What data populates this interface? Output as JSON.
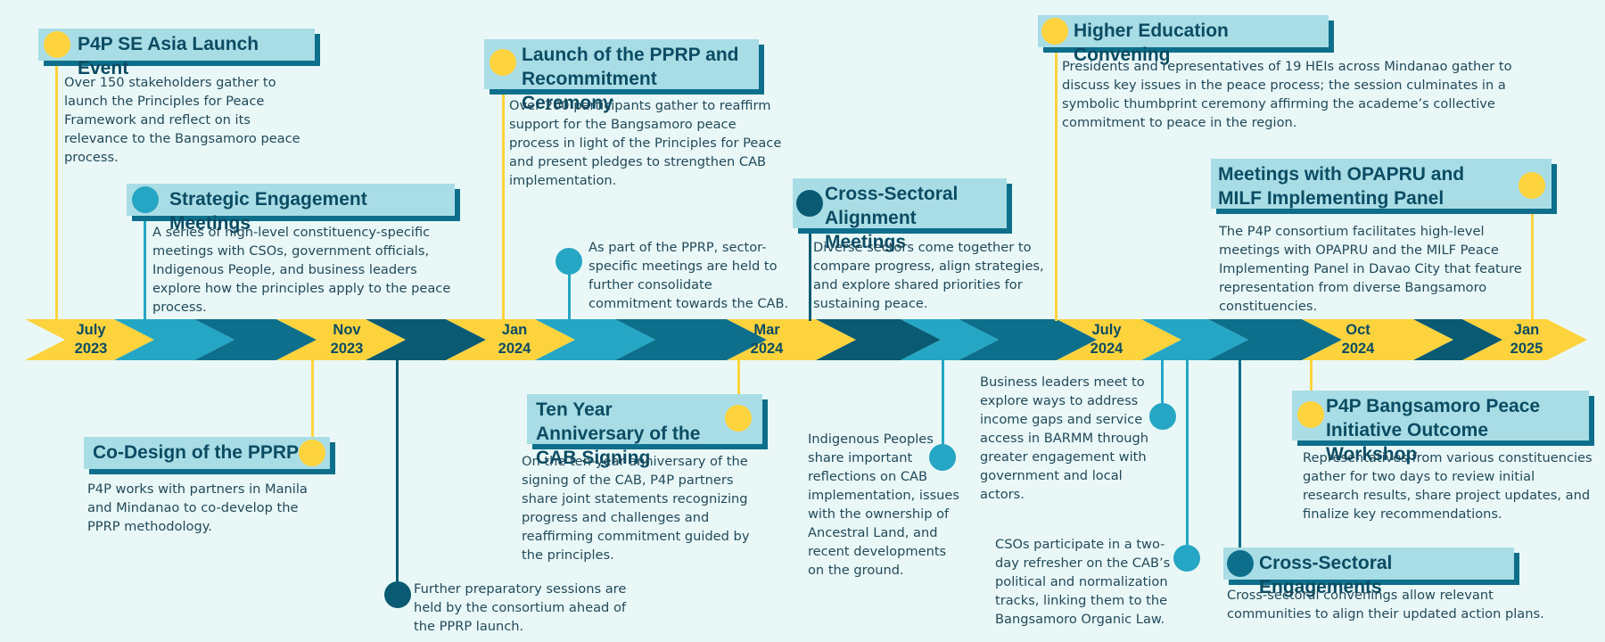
{
  "colors": {
    "yellow": "#fdd33d",
    "teal": "#25a6c4",
    "dark_teal": "#0d6f8b",
    "navy": "#0a5a74",
    "title_bg": "#a9dde6",
    "background": "#e9f8f7"
  },
  "timeline": {
    "dates": [
      {
        "month": "July",
        "year": "2023"
      },
      {
        "month": "Nov",
        "year": "2023"
      },
      {
        "month": "Jan",
        "year": "2024"
      },
      {
        "month": "Mar",
        "year": "2024"
      },
      {
        "month": "July",
        "year": "2024"
      },
      {
        "month": "Oct",
        "year": "2024"
      },
      {
        "month": "Jan",
        "year": "2025"
      }
    ]
  },
  "events": {
    "p4p_launch": {
      "title": "P4P SE Asia Launch Event",
      "desc": "Over 150 stakeholders gather to launch the Principles for Peace Framework and reflect on its relevance to the Bangsamoro peace process."
    },
    "strategic": {
      "title": "Strategic Engagement Meetings",
      "desc": "A series of high-level constituency-specific meetings with CSOs, government officials, Indigenous People, and business leaders explore how the principles apply to the peace process."
    },
    "codesign": {
      "title": "Co-Design of the PPRP",
      "desc": "P4P works with partners in Manila and Mindanao to co-develop the PPRP methodology."
    },
    "prep_sessions": {
      "desc": "Further preparatory sessions are held by the consortium ahead of the PPRP launch."
    },
    "pprp_launch": {
      "title": "Launch of the PPRP and Recommitment Ceremony",
      "desc": "Over 200 participants gather to reaffirm support for the Bangsamoro peace process in light of the Principles for Peace and present pledges to strengthen CAB implementation."
    },
    "sector_meetings": {
      "desc": "As part of the PPRP, sector-specific meetings are held to further consolidate commitment towards the CAB."
    },
    "anniversary": {
      "title": "Ten Year Anniversary of the CAB Signing",
      "desc": "On the ten-year anniversary of the signing of the CAB, P4P partners share joint statements recognizing progress and challenges and reaffirming commitment guided by the principles."
    },
    "cross_alignment": {
      "title": "Cross-Sectoral Alignment Meetings",
      "desc": "Diverse sectors come together to compare progress, align strategies, and explore shared priorities for sustaining peace."
    },
    "indigenous": {
      "desc": "Indigenous Peoples share important reflections on CAB implementation, issues with the ownership of Ancestral Land, and recent developments on the ground."
    },
    "business": {
      "desc": "Business leaders meet to explore ways to address income gaps and service access in BARMM through greater engagement with government and local actors."
    },
    "cso_refresher": {
      "desc": "CSOs participate in a two-day refresher on the CAB’s political and normalization tracks, linking them to the Bangsamoro Organic Law."
    },
    "higher_ed": {
      "title": "Higher Education Convening",
      "desc": "Presidents and representatives of 19 HEIs across Mindanao gather to discuss key issues in the peace process; the session culminates in a symbolic thumbprint ceremony affirming the academe’s collective commitment to peace in the region."
    },
    "opapru": {
      "title": "Meetings with OPAPRU and MILF Implementing Panel",
      "desc": "The P4P consortium facilitates high-level meetings with OPAPRU and the MILF Peace Implementing Panel in Davao City that feature representation from diverse Bangsamoro constituencies."
    },
    "outcome_workshop": {
      "title": "P4P Bangsamoro Peace Initiative Outcome Workshop",
      "desc": "Representatives from various constituencies gather for two days to review initial research results, share project updates, and finalize key recommendations."
    },
    "cross_engagements": {
      "title": "Cross-Sectoral Engagements",
      "desc": "Cross-sectoral convenings allow relevant communities to align their updated action plans."
    }
  }
}
